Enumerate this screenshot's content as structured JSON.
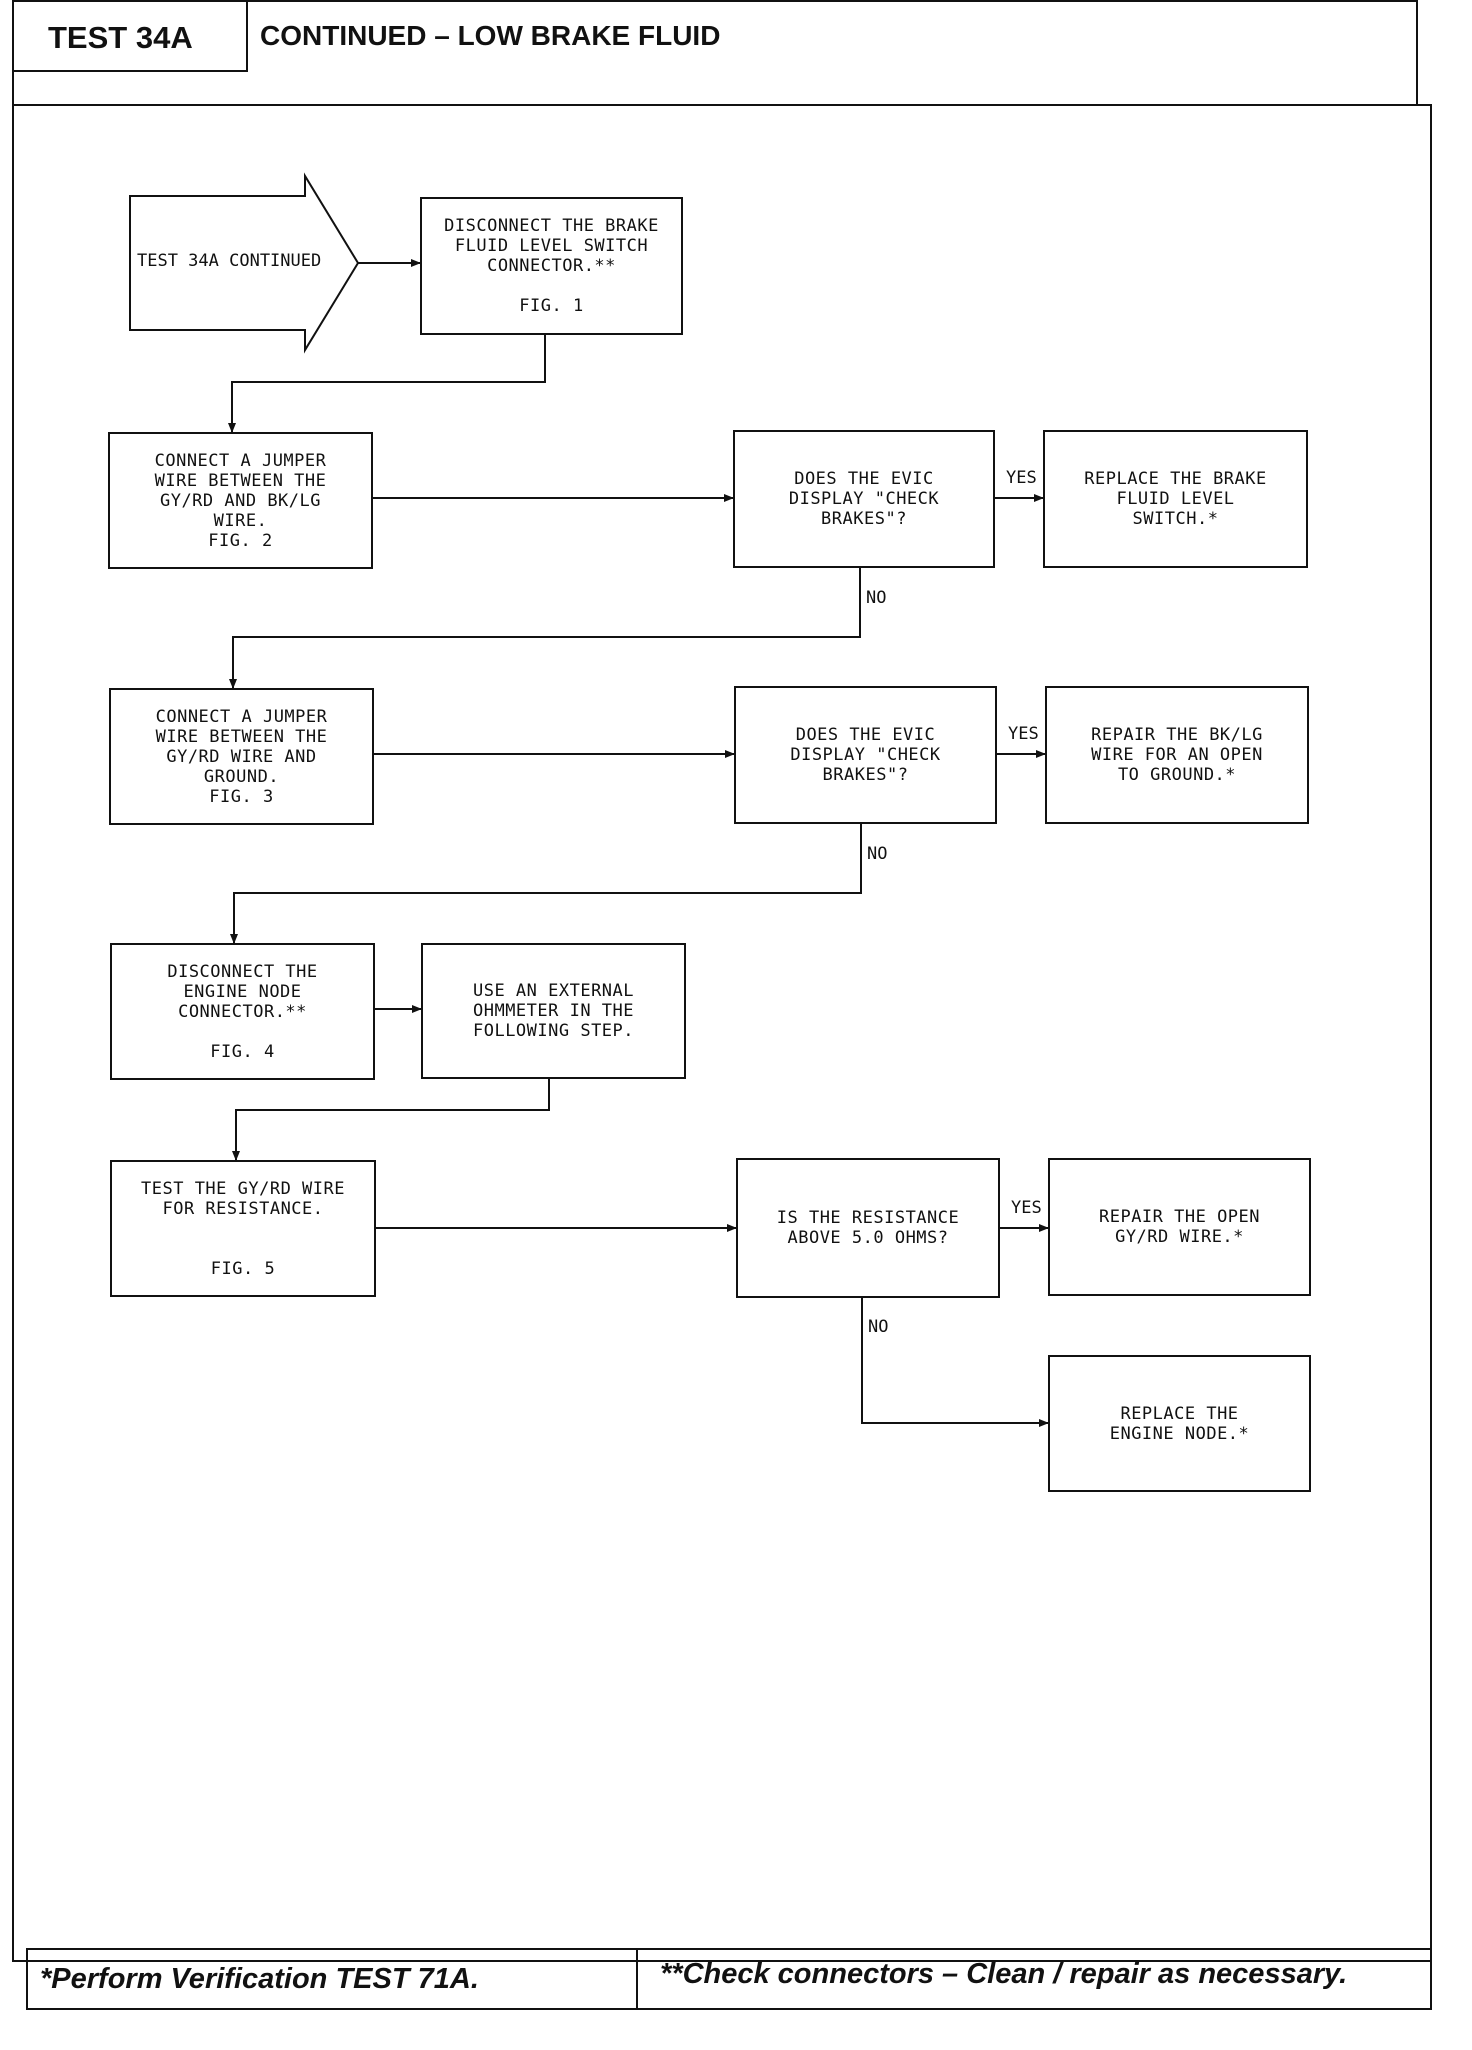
{
  "header": {
    "test_id": "TEST 34A",
    "title": "CONTINUED – LOW BRAKE FLUID"
  },
  "nodes": {
    "start": "TEST 34A CONTINUED",
    "disconnect_switch": "DISCONNECT THE BRAKE\nFLUID LEVEL SWITCH\nCONNECTOR.**\n\nFIG. 1",
    "jumper_gyrd_bklg": "CONNECT A JUMPER\nWIRE BETWEEN THE\nGY/RD AND BK/LG\nWIRE.\nFIG. 2",
    "evic_check_1": "DOES THE EVIC\nDISPLAY \"CHECK\nBRAKES\"?",
    "replace_switch": "REPLACE THE BRAKE\nFLUID LEVEL\nSWITCH.*",
    "jumper_gyrd_ground": "CONNECT A JUMPER\nWIRE BETWEEN THE\nGY/RD WIRE AND\nGROUND.\nFIG. 3",
    "evic_check_2": "DOES THE EVIC\nDISPLAY \"CHECK\nBRAKES\"?",
    "repair_bklg": "REPAIR THE BK/LG\nWIRE FOR AN OPEN\nTO GROUND.*",
    "disconnect_node": "DISCONNECT THE\nENGINE NODE\nCONNECTOR.**\n\nFIG. 4",
    "use_ohmmeter": "USE AN EXTERNAL\nOHMMETER IN THE\nFOLLOWING STEP.",
    "test_resistance": "TEST THE GY/RD WIRE\nFOR RESISTANCE.\n\n\nFIG. 5",
    "resistance_question": "IS THE RESISTANCE\nABOVE 5.0 OHMS?",
    "repair_gyrd": "REPAIR THE OPEN\nGY/RD WIRE.*",
    "replace_node": "REPLACE THE\nENGINE NODE.*"
  },
  "labels": {
    "yes_1": "YES",
    "no_1": "NO",
    "yes_2": "YES",
    "no_2": "NO",
    "yes_3": "YES",
    "no_3": "NO"
  },
  "footer": {
    "left": "*Perform Verification TEST 71A.",
    "right": "**Check connectors – Clean / repair as necessary."
  }
}
